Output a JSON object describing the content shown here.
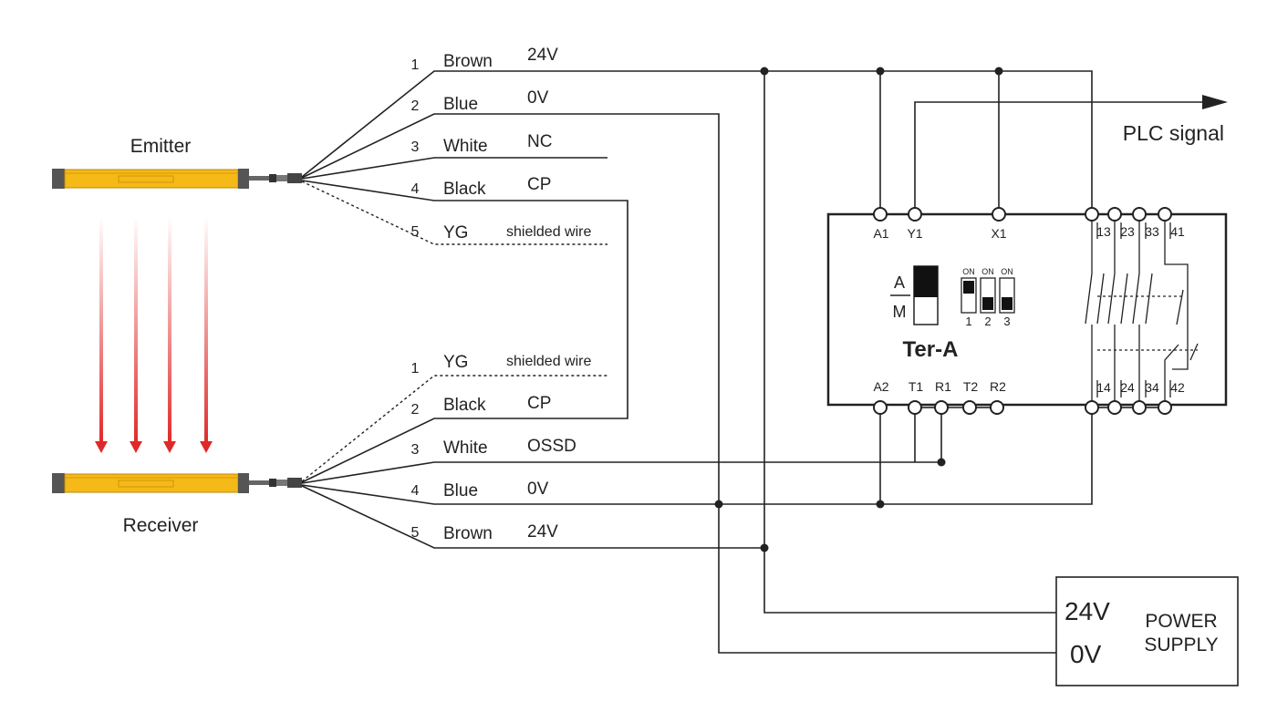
{
  "emitter": {
    "label": "Emitter",
    "wires": [
      {
        "num": "1",
        "color": "Brown",
        "func": "24V"
      },
      {
        "num": "2",
        "color": "Blue",
        "func": "0V"
      },
      {
        "num": "3",
        "color": "White",
        "func": "NC"
      },
      {
        "num": "4",
        "color": "Black",
        "func": "CP"
      },
      {
        "num": "5",
        "color": "YG",
        "func": "shielded wire"
      }
    ]
  },
  "receiver": {
    "label": "Receiver",
    "wires": [
      {
        "num": "1",
        "color": "YG",
        "func": "shielded wire"
      },
      {
        "num": "2",
        "color": "Black",
        "func": "CP"
      },
      {
        "num": "3",
        "color": "White",
        "func": "OSSD"
      },
      {
        "num": "4",
        "color": "Blue",
        "func": "0V"
      },
      {
        "num": "5",
        "color": "Brown",
        "func": "24V"
      }
    ]
  },
  "relay": {
    "name": "Ter-A",
    "top_terminals": [
      "A1",
      "Y1",
      "X1",
      "13",
      "23",
      "33",
      "41"
    ],
    "bottom_terminals": [
      "A2",
      "T1",
      "R1",
      "T2",
      "R2",
      "14",
      "24",
      "34",
      "42"
    ],
    "mode_switch": {
      "top": "A",
      "bottom": "M"
    },
    "dip_switch": {
      "on_labels": [
        "ON",
        "ON",
        "ON"
      ],
      "numbers": [
        "1",
        "2",
        "3"
      ]
    }
  },
  "plc_signal": "PLC signal",
  "power_supply": {
    "v24": "24V",
    "v0": "0V",
    "title_line1": "POWER",
    "title_line2": "SUPPLY"
  },
  "colors": {
    "sensor_body": "#f5b918",
    "sensor_cap": "#555555",
    "beam": "#e02828",
    "line": "#222222"
  }
}
